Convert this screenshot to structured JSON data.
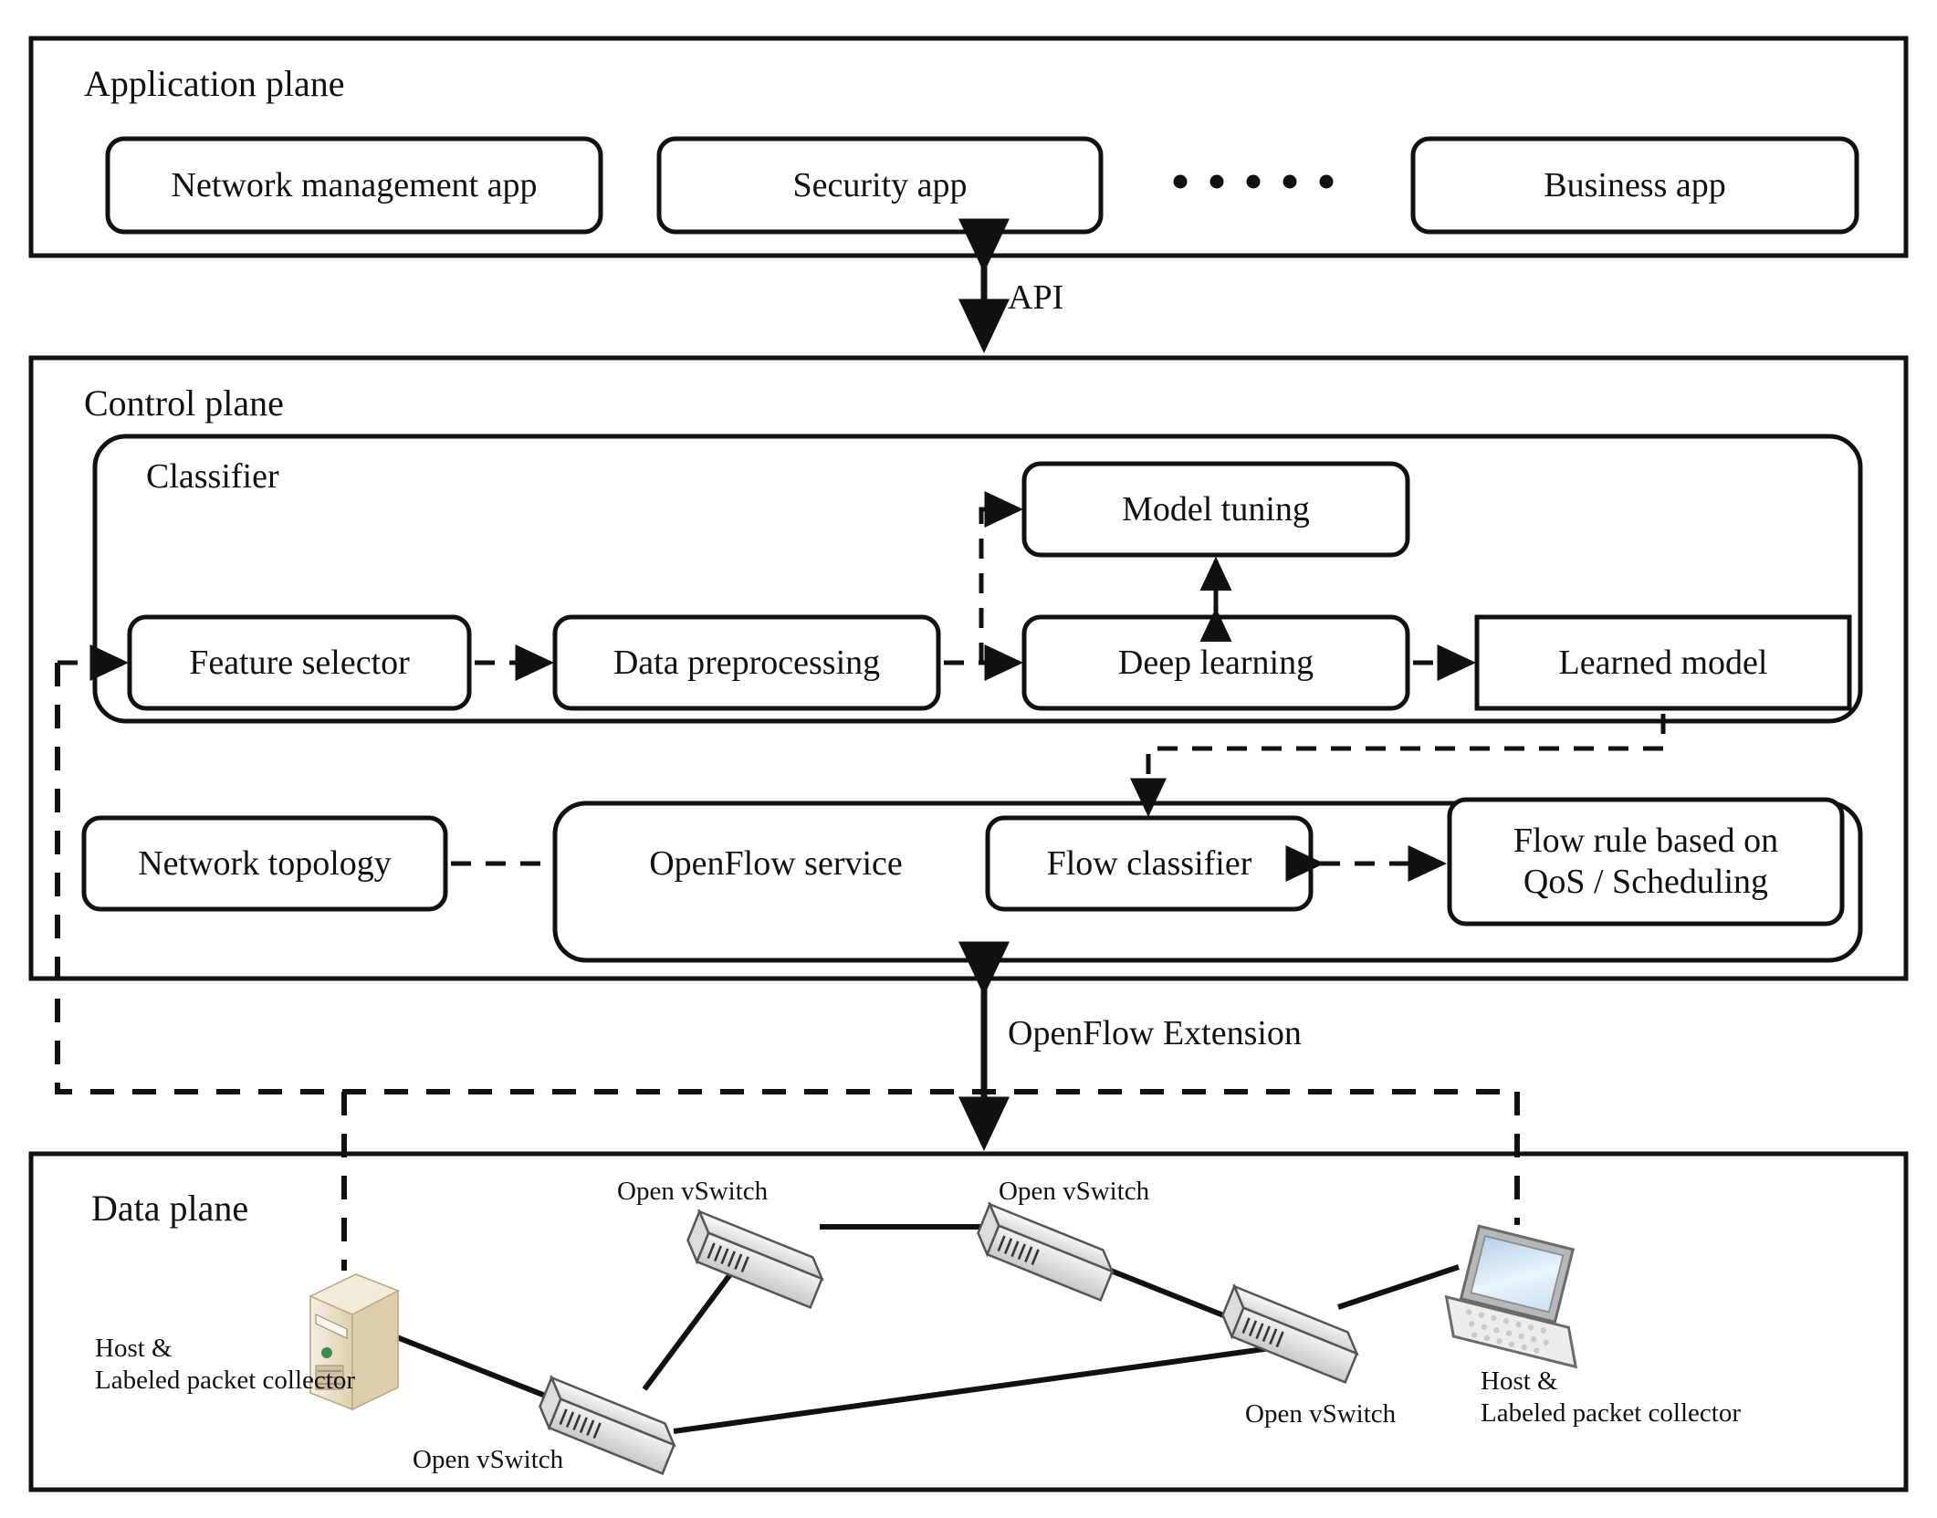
{
  "diagram": {
    "title": "SDN deep-learning traffic classification architecture",
    "planes": [
      {
        "id": "application",
        "label": "Application plane"
      },
      {
        "id": "control",
        "label": "Control plane"
      },
      {
        "id": "data",
        "label": "Data plane"
      }
    ]
  },
  "application_plane": {
    "label": "Application plane",
    "apps": [
      {
        "label": "Network management app"
      },
      {
        "label": "Security app"
      },
      {
        "label": "Business app"
      }
    ],
    "ellipsis": "• • • • •",
    "ellipsis_dots": 5
  },
  "control_plane": {
    "label": "Control plane",
    "classifier": {
      "label": "Classifier",
      "boxes": [
        {
          "id": "feature-selector",
          "label": "Feature selector"
        },
        {
          "id": "data-preprocessing",
          "label": "Data preprocessing"
        },
        {
          "id": "deep-learning",
          "label": "Deep learning"
        },
        {
          "id": "model-tuning",
          "label": "Model tuning"
        },
        {
          "id": "learned-model",
          "label": "Learned model"
        }
      ]
    },
    "network_topology": {
      "label": "Network topology"
    },
    "openflow_service": {
      "label": "OpenFlow service",
      "boxes": [
        {
          "id": "flow-classifier",
          "label": "Flow classifier"
        },
        {
          "id": "flow-rule",
          "label": "Flow rule based on\nQoS / Scheduling"
        }
      ]
    }
  },
  "data_plane": {
    "label": "Data plane",
    "devices": [
      {
        "id": "host-left",
        "type": "server",
        "label": "Host &\nLabeled packet collector"
      },
      {
        "id": "switch-bottom-left",
        "type": "switch",
        "label": "Open vSwitch"
      },
      {
        "id": "switch-top-left",
        "type": "switch",
        "label": "Open vSwitch"
      },
      {
        "id": "switch-top-right",
        "type": "switch",
        "label": "Open vSwitch"
      },
      {
        "id": "switch-bottom-right",
        "type": "switch",
        "label": "Open vSwitch"
      },
      {
        "id": "host-right",
        "type": "laptop",
        "label": "Host &\nLabeled packet collector"
      }
    ]
  },
  "interfaces": [
    {
      "id": "api",
      "label": "API"
    },
    {
      "id": "openflow-extension",
      "label": "OpenFlow Extension"
    }
  ],
  "colors": {
    "stroke": "#111111",
    "background": "#ffffff",
    "server_body": "#e8dcc0",
    "server_light": "#f5eedd",
    "server_dark": "#c8b894",
    "server_led": "#3a8a52",
    "switch_body": "#e6e6e6",
    "switch_light": "#f7f7f7",
    "switch_dark": "#b8b8b8",
    "laptop_screen": "#cfe2f3",
    "laptop_body": "#e9e9e9"
  }
}
